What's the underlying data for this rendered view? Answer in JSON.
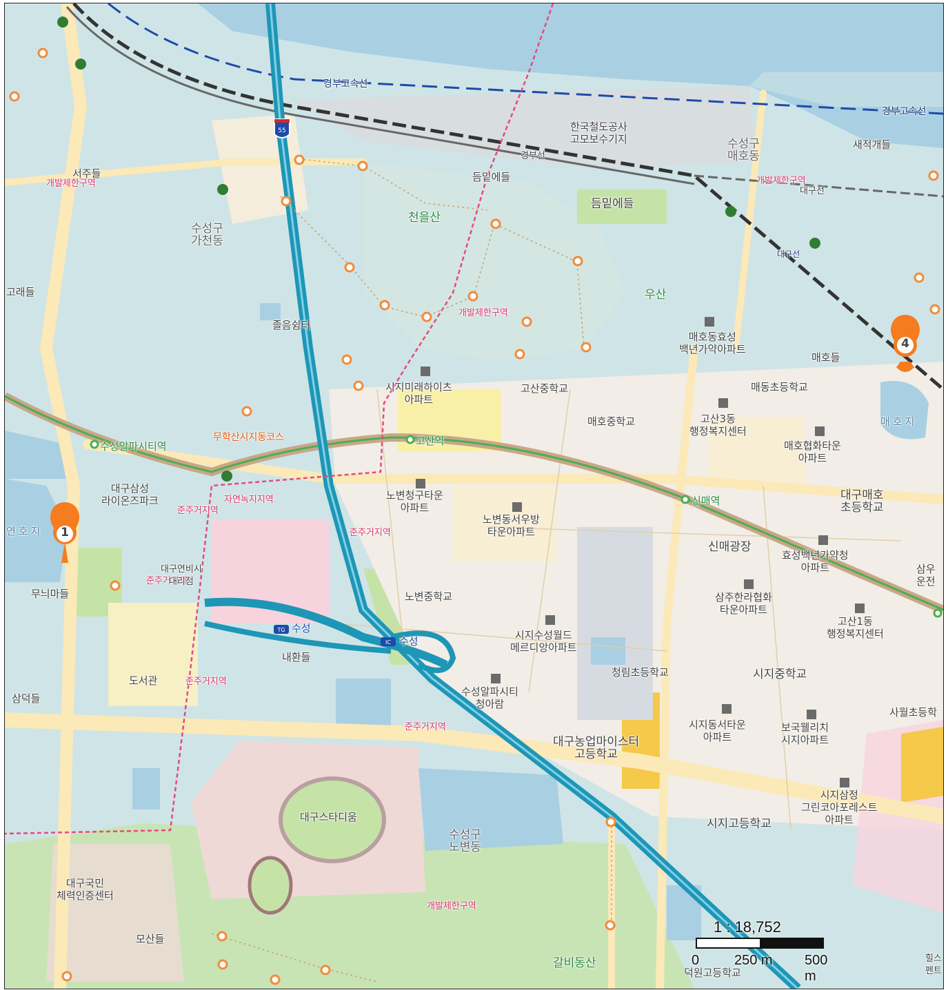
{
  "map": {
    "scale_ratio": "1 : 18,752",
    "scale_ticks": [
      "0",
      "250 m",
      "500 m"
    ],
    "colors": {
      "water": "#a9cfe3",
      "highway": "#1e96b6",
      "road": "#fbe9b8",
      "rail": "#4caf50",
      "park": "#c6e3a7",
      "hiking": "#f08c3a",
      "restricted": "#e64980"
    },
    "markers": [
      {
        "label": "1",
        "icon": "location-pin-icon"
      },
      {
        "label": "4",
        "icon": "location-pin-icon"
      }
    ],
    "labels": {
      "gyeongbu_line_w": "경부고속선",
      "gyeongbu_line_e": "경부고속선",
      "gyeongbu_rail": "경부선",
      "gyeongbu_rail_e": "대구선",
      "daegu_line": "대구선",
      "korail_base": "한국철도공사\n고모보수기지",
      "maeho_dong": "수성구\n매호동",
      "saejeok": "새적개들",
      "dumil1": "듬밑에들",
      "dumil2": "듬밑에들",
      "cheoneul": "천을산",
      "usan": "우산",
      "gacheon": "수성구\n가천동",
      "goraedeul": "고래들",
      "seojudeul": "서주들",
      "restricted_nw": "개발제한구역",
      "restricted_ne": "개발제한구역",
      "restricted_mid": "개발제한구역",
      "restricted_s": "개발제한구역",
      "jeolumsenter": "졸음쉼터",
      "hyoseong": "매호동효성\n백년가약아파트",
      "maehodeul": "매호들",
      "maedong_elem": "매동초등학교",
      "gosan_mid": "고산중학교",
      "siji_mirae": "시지미래하이츠\n아파트",
      "maeho_mid": "매호중학교",
      "gosan3": "고산3동\n행정복지센터",
      "maeho_hyeophwa": "매호협화타운\n아파트",
      "maeho_lake": "매호지",
      "suseong_alpha_stn": "수성알파시티역",
      "mohaksan": "무학산시지동코스",
      "gosan_stn": "고산역",
      "lions_park": "대구삼성\n라이온즈파크",
      "yeonho": "연호지",
      "munui": "무늬마들",
      "nature_green": "자연녹지지역",
      "semi_res1": "준주거지역",
      "semi_res2": "준주거지역",
      "semi_res3": "준주거지역",
      "semi_res4": "준주거지역",
      "semi_res5": "준주거지역",
      "nobyeon_cheonggu": "노변청구타운\n아파트",
      "nobyeon_seowoo": "노변동서우방\n타운아파트",
      "daegu_maeho_elem": "대구매호\n초등학교",
      "sinmae_stn": "신매역",
      "sinmae_square": "신매광장",
      "hyoseong2": "효성백년가약청\n아파트",
      "samu": "삼우\n운전",
      "samju": "삼주한라협화\n타운아파트",
      "gosan1": "고산1동\n행정복지센터",
      "daegu_yeonbi": "대구연비시\n대리점",
      "nobyeon_mid": "노변중학교",
      "tg_suseong": "수성",
      "ic_suseong": "수성",
      "naehwan": "내환들",
      "library": "도서관",
      "samdeok": "삼덕들",
      "siji_world": "시지수성월드\n메르디앙아파트",
      "cheonglim": "청림초등학교",
      "siji_mid": "시지중학교",
      "sawol": "사월초등학",
      "alpha_city": "수성알파시티\n청아람",
      "nonggeop": "대구농업마이스터\n고등학교",
      "siji_seotown": "시지동서타운\n아파트",
      "bogukwelli": "보국웰리치\n시지아파트",
      "green_core": "시지삼정\n그린코아포레스트\n아파트",
      "stadium": "대구스타디움",
      "nobyeon_dong": "수성구\n노변동",
      "siji_high": "시지고등학교",
      "national_fitness": "대구국민\n체력인증센터",
      "mosan": "모산들",
      "galbi": "갈비동산",
      "deokwon": "덕원고등학교",
      "hills": "힐스\n펜트"
    }
  }
}
